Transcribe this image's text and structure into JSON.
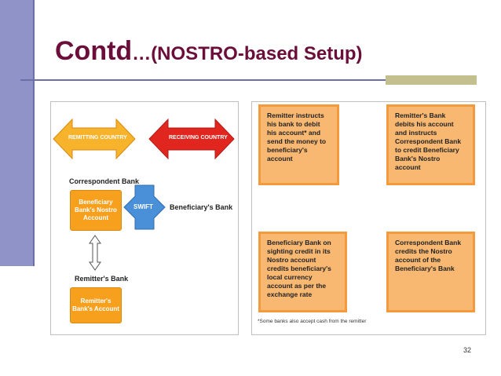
{
  "slide": {
    "title_main": "Contd",
    "title_sub": "…(NOSTRO-based Setup)",
    "page_number": "32"
  },
  "left_diagram": {
    "remitting_country": "REMITTING COUNTRY",
    "receiving_country": "RECEIVING COUNTRY",
    "correspondent_bank": "Correspondent Bank",
    "nostro_box": "Beneficiary Bank's Nostro Account",
    "swift": "SWIFT",
    "beneficiary_bank": "Beneficiary's Bank",
    "remitters_bank": "Remitter's Bank",
    "remitters_account_box": "Remitter's Bank's Account"
  },
  "right_diagram": {
    "step1": "Remitter instructs his bank to debit his account* and send the money to beneficiary's account",
    "step2": "Remitter's Bank debits his account and instructs Correspondent Bank to credit Beneficiary Bank's Nostro account",
    "step3": "Correspondent Bank credits the Nostro account of the Beneficiary's Bank",
    "step4": "Beneficiary Bank on sighting credit in its Nostro account credits beneficiary's local currency account as per the exchange rate",
    "footnote": "*Some banks also accept cash from the remitter"
  },
  "colors": {
    "title": "#6b0f3a",
    "accent_bar": "#8f93c7",
    "orange": "#f7a01e",
    "red": "#e0261f",
    "swift_blue": "#4a90d9",
    "flow_arrow": "#5bb8e6"
  }
}
